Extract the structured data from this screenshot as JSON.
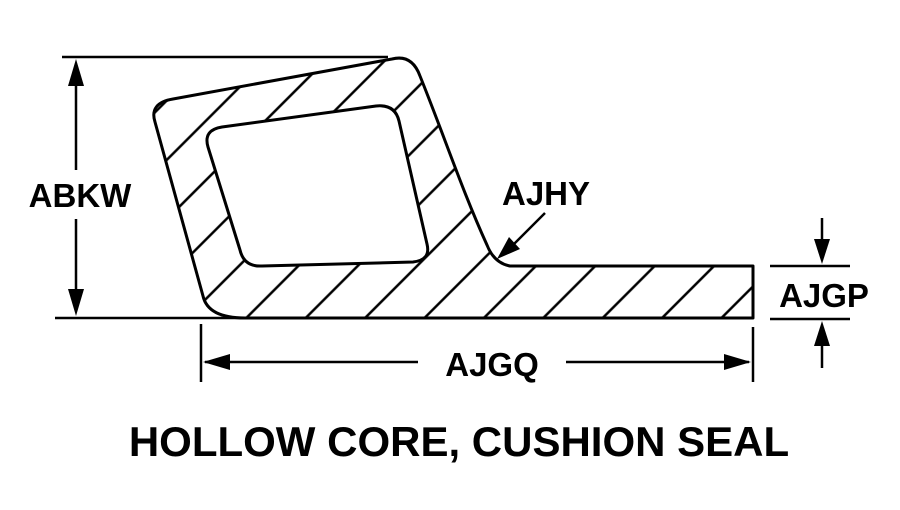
{
  "diagram": {
    "title": "HOLLOW CORE, CUSHION SEAL",
    "labels": {
      "height": "ABKW",
      "junction": "AJHY",
      "thickness": "AJGP",
      "width": "AJGQ"
    },
    "colors": {
      "line": "#000000",
      "background": "#ffffff"
    }
  }
}
